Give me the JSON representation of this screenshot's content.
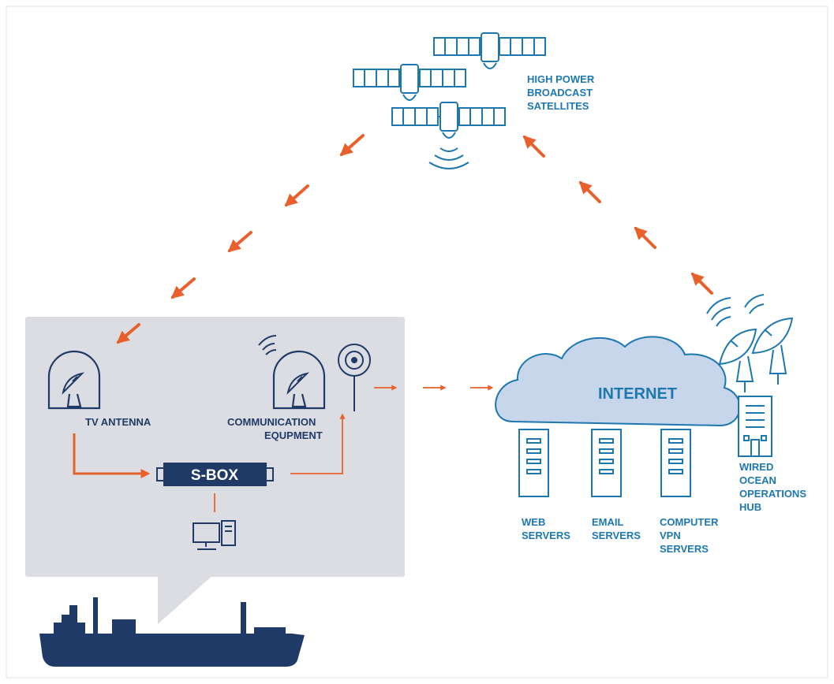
{
  "satellites": {
    "label_lines": [
      "HIGH POWER",
      "BROADCAST",
      "SATELLITES"
    ]
  },
  "ship_panel": {
    "tv_antenna": "TV ANTENNA",
    "comm_lines": [
      "COMMUNICATION",
      "EQUPMENT"
    ],
    "sbox": "S-BOX"
  },
  "internet": {
    "cloud_label": "INTERNET",
    "servers": [
      {
        "lines": [
          "WEB",
          "SERVERS"
        ]
      },
      {
        "lines": [
          "EMAIL",
          "SERVERS"
        ]
      },
      {
        "lines": [
          "COMPUTER",
          "VPN",
          "SERVERS"
        ]
      }
    ]
  },
  "hub": {
    "label_lines": [
      "WIRED",
      "OCEAN",
      "OPERATIONS",
      "HUB"
    ]
  },
  "colors": {
    "navy": "#1f3a66",
    "blue": "#1d78b0",
    "orange": "#e8612c",
    "panel": "#dcdde2",
    "cloud": "#c7d6ea"
  },
  "icons": [
    "satellite-icon",
    "dish-icon",
    "radome-icon",
    "antenna-tower-icon",
    "server-rack-icon",
    "building-icon",
    "computer-icon",
    "ship-icon",
    "arrow-icon"
  ]
}
